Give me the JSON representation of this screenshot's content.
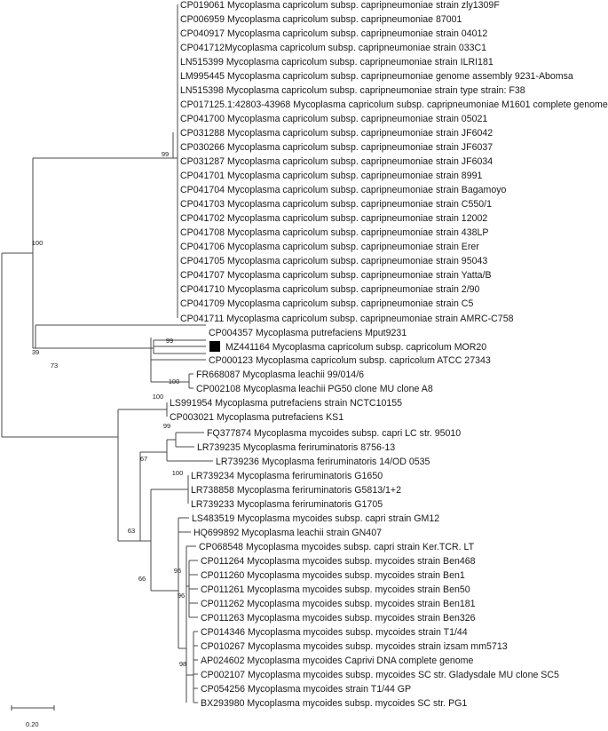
{
  "leaves": [
    {
      "label": "CP019061 Mycoplasma capricolum subsp. capripneumoniae strain zly1309F"
    },
    {
      "label": "CP006959 Mycoplasma capricolum subsp. capripneumoniae 87001"
    },
    {
      "label": "CP040917 Mycoplasma capricolum subsp. capripneumoniae strain 04012"
    },
    {
      "label": "CP041712Mycoplasma capricolum subsp. capripneumoniae strain 033C1"
    },
    {
      "label": "LN515399 Mycoplasma capricolum subsp. capripneumoniae strain ILRI181"
    },
    {
      "label": "LM995445 Mycoplasma capricolum subsp. capripneumoniae genome assembly 9231-Abomsa"
    },
    {
      "label": "LN515398 Mycoplasma capricolum subsp. capripneumoniae strain type strain: F38"
    },
    {
      "label": "CP017125.1:42803-43968 Mycoplasma capricolum subsp. capripneumoniae M1601 complete genome"
    },
    {
      "label": "CP041700 Mycoplasma capricolum subsp. capripneumoniae strain 05021"
    },
    {
      "label": "CP031288 Mycoplasma capricolum subsp. capripneumoniae strain JF6042"
    },
    {
      "label": "CP030266 Mycoplasma capricolum subsp. capripneumoniae strain JF6037"
    },
    {
      "label": "CP031287 Mycoplasma capricolum subsp. capripneumoniae strain JF6034"
    },
    {
      "label": "CP041701 Mycoplasma capricolum subsp. capripneumoniae strain 8991"
    },
    {
      "label": "CP041704 Mycoplasma capricolum subsp. capripneumoniae strain Bagamoyo"
    },
    {
      "label": "CP041703 Mycoplasma capricolum subsp. capripneumoniae strain C550/1"
    },
    {
      "label": "CP041702 Mycoplasma capricolum subsp. capripneumoniae strain 12002"
    },
    {
      "label": "CP041708 Mycoplasma capricolum subsp. capripneumoniae strain 438LP"
    },
    {
      "label": "CP041706 Mycoplasma capricolum subsp. capripneumoniae strain Erer"
    },
    {
      "label": "CP041705 Mycoplasma capricolum subsp. capripneumoniae strain 95043"
    },
    {
      "label": "CP041707 Mycoplasma capricolum subsp. capripneumoniae strain Yatta/B"
    },
    {
      "label": "CP041710 Mycoplasma capricolum subsp. capripneumoniae strain 2/90"
    },
    {
      "label": "CP041709 Mycoplasma capricolum subsp. capripneumoniae strain C5"
    },
    {
      "label": "CP041711 Mycoplasma capricolum subsp. capripneumoniae strain AMRC-C758"
    },
    {
      "label": "CP004357 Mycoplasma putrefaciens Mput9231"
    },
    {
      "label": "MZ441164 Mycoplasma capricolum subsp. capricolum MOR20",
      "marker": "filled-square"
    },
    {
      "label": "CP000123 Mycoplasma capricolum subsp. capricolum ATCC 27343"
    },
    {
      "label": "FR668087 Mycoplasma leachii 99/014/6"
    },
    {
      "label": "CP002108 Mycoplasma leachii PG50 clone MU clone A8"
    },
    {
      "label": "LS991954 Mycoplasma putrefaciens strain NCTC10155"
    },
    {
      "label": "CP003021 Mycoplasma putrefaciens KS1"
    },
    {
      "label": "FQ377874 Mycoplasma mycoides subsp. capri LC str. 95010"
    },
    {
      "label": "LR739235 Mycoplasma feriruminatoris 8756-13"
    },
    {
      "label": "LR739236 Mycoplasma feriruminatoris 14/OD 0535"
    },
    {
      "label": "LR739234 Mycoplasma feriruminatoris G1650"
    },
    {
      "label": "LR738858 Mycoplasma feriruminatoris G5813/1+2"
    },
    {
      "label": "LR739233 Mycoplasma feriruminatoris G1705"
    },
    {
      "label": "LS483519 Mycoplasma mycoides subsp. capri strain GM12"
    },
    {
      "label": "HQ699892 Mycoplasma leachii strain GN407"
    },
    {
      "label": "CP068548 Mycoplasma mycoides subsp. capri strain Ker.TCR. LT"
    },
    {
      "label": "CP011264 Mycoplasma mycoides subsp. mycoides strain Ben468"
    },
    {
      "label": "CP011260 Mycoplasma mycoides subsp. mycoides strain Ben1"
    },
    {
      "label": "CP011261 Mycoplasma mycoides subsp. mycoides strain Ben50"
    },
    {
      "label": "CP011262 Mycoplasma mycoides subsp. mycoides strain Ben181"
    },
    {
      "label": "CP011263 Mycoplasma mycoides subsp. mycoides strain Ben326"
    },
    {
      "label": "CP014346 Mycoplasma mycoides subsp. mycoides strain T1/44"
    },
    {
      "label": "CP010267 Mycoplasma mycoides subsp. mycoides strain izsam mm5713"
    },
    {
      "label": "AP024602 Mycoplasma mycoides Caprivi DNA complete genome"
    },
    {
      "label": "CP002107 Mycoplasma mycoides subsp. mycoides SC str. Gladysdale MU clone SC5"
    },
    {
      "label": "CP054256 Mycoplasma mycoides strain T1/44 GP"
    },
    {
      "label": "BX293980 Mycoplasma mycoides subsp. mycoides SC str. PG1"
    }
  ],
  "bootstrap_values": [
    "99",
    "100",
    "99",
    "39",
    "73",
    "100",
    "100",
    "99",
    "67",
    "100",
    "63",
    "66",
    "95",
    "96",
    "98"
  ],
  "scale_bar": {
    "label": "0.20"
  },
  "colors": {
    "branch": "#4a4a4a",
    "text": "#1a1a1a",
    "marker": "#000000"
  }
}
